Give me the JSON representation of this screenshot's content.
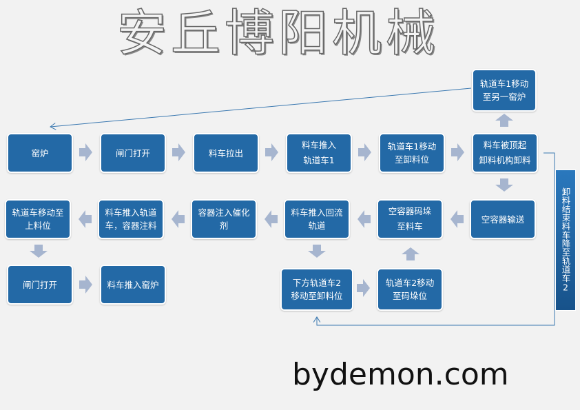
{
  "nodes": {
    "kiln": "窑炉",
    "gate_open_1": "闸门打开",
    "cart_pull_out": "料车拉出",
    "cart_push_rail1": "料车推入\n轨道车1",
    "rail1_to_unload": "轨道车1移动\n至卸料位",
    "cart_lifted_unload": "料车被顶起\n卸料机构卸料",
    "rail1_to_other_kiln": "轨道车1移动\n至另一窑炉",
    "rail_to_load": "轨道车移动至\n上料位",
    "cart_push_rail_fill": "料车推入轨道\n车，容器注料",
    "inject_catalyst": "容器注入催化剂",
    "cart_push_return": "料车推入回流\n轨道",
    "empty_stack_to_cart": "空容器码垛\n至料车",
    "empty_convey": "空容器输送",
    "gate_open_2": "闸门打开",
    "cart_push_kiln": "料车推入窑炉",
    "lower_rail2_to_unload": "下方轨道车2\n移动至卸料位",
    "rail2_to_stack": "轨道车2移动\n至码垛位",
    "unload_end": "卸料结束料车降至轨道车2"
  },
  "watermark": "安丘博阳机械",
  "site": "bydemon.com",
  "colors": {
    "box": "#2369a6",
    "arrow": "#a6b5cf",
    "line": "#3a78b0"
  }
}
